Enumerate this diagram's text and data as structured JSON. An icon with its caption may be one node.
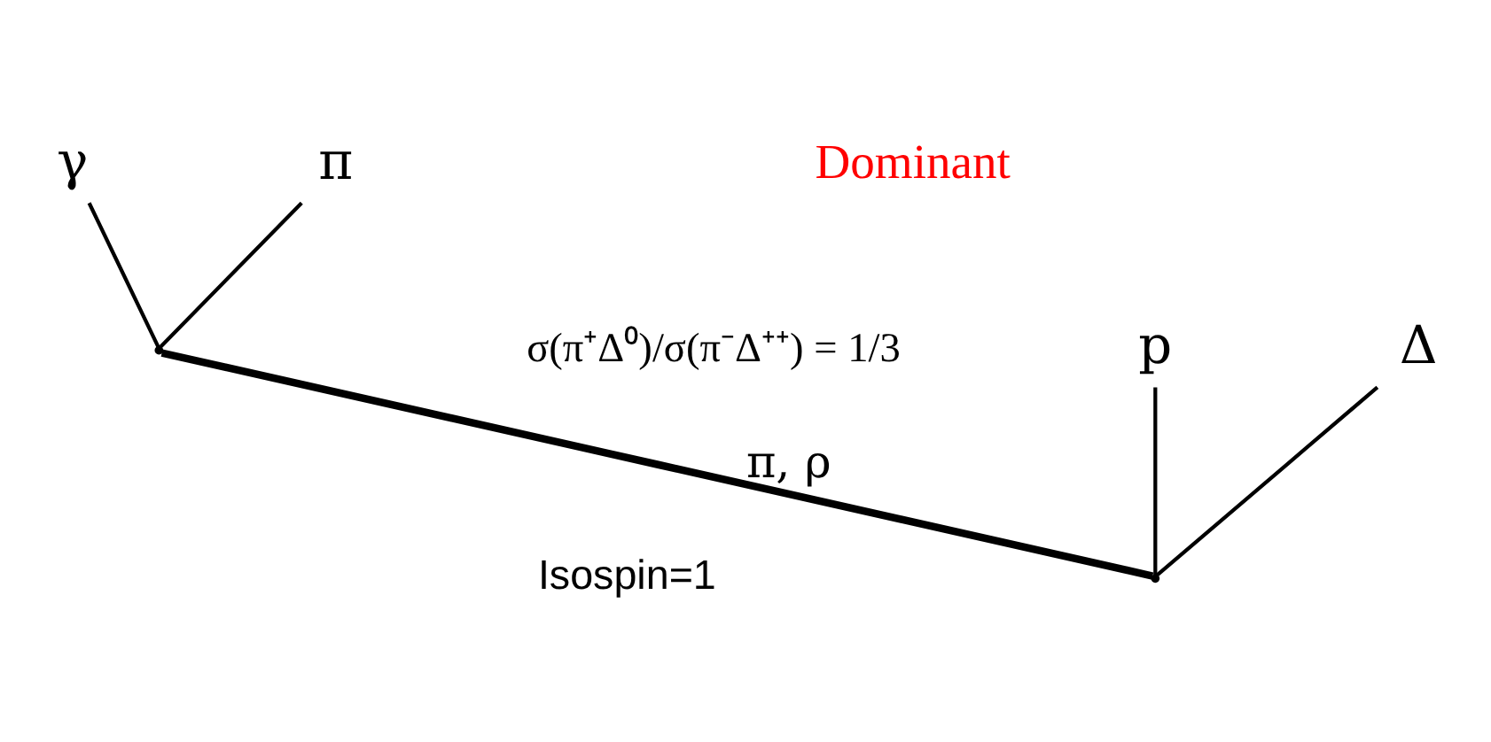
{
  "diagram": {
    "nodes": [
      {
        "text": [
          "γ"
        ]
      },
      {
        "text": [
          "π"
        ]
      },
      {
        "text": [],
        "shape": "point"
      },
      {
        "text": [],
        "shape": "point"
      },
      {
        "text": [
          "p"
        ]
      },
      {
        "text": [
          "Δ"
        ]
      }
    ],
    "edges": [
      {
        "from": 0,
        "to": 2,
        "arrow": "none"
      },
      {
        "from": 1,
        "to": 2,
        "arrow": "none"
      },
      {
        "from": 2,
        "to": 3,
        "arrow": "none",
        "label": "π, ρ",
        "style": "thick"
      },
      {
        "from": 4,
        "to": 3,
        "arrow": "none"
      },
      {
        "from": 5,
        "to": 3,
        "arrow": "none"
      }
    ],
    "labels": [
      "Dominant",
      "Isospin=1",
      "σ(π⁺Δ⁰)/σ(π⁻Δ⁺⁺) = 1/3"
    ]
  }
}
